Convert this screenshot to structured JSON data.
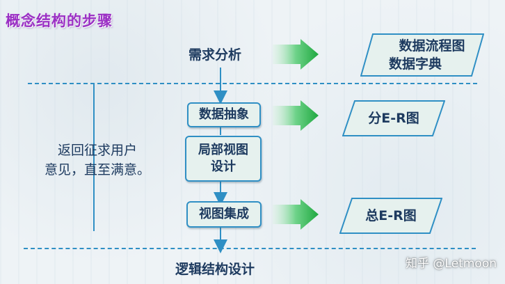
{
  "title": "概念结构的步骤",
  "steps": {
    "requirements": "需求分析",
    "abstraction": "数据抽象",
    "local_view_line1": "局部视图",
    "local_view_line2": "设计",
    "integration": "视图集成",
    "logical": "逻辑结构设计"
  },
  "outputs": {
    "dfd_line1": "数据流程图",
    "dfd_line2": "数据字典",
    "sub_er": "分E-R图",
    "total_er": "总E-R图"
  },
  "feedback": {
    "line1": "返回征求用户",
    "line2": "意见，直至满意。"
  },
  "watermark": "知乎 @Letmoon",
  "colors": {
    "title": "#9a2fc4",
    "line": "#2f8fc4",
    "arrow_green": "#2db84a",
    "text": "#1d3a5f",
    "box_fill": "#e6f1ee"
  }
}
